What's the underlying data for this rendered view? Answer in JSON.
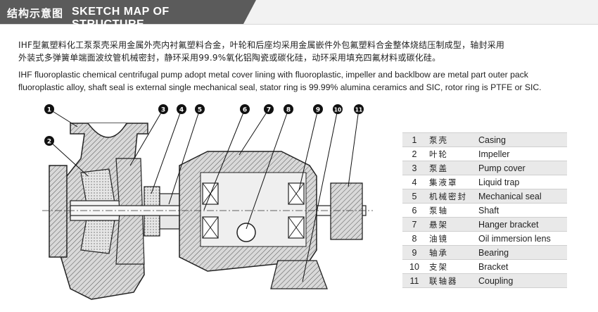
{
  "header": {
    "title_cn": "结构示意图",
    "title_en": "SKETCH MAP OF STRUCTURE"
  },
  "description": {
    "cn_line1": "IHF型氟塑料化工泵泵壳采用金属外壳内衬氟塑料合金，叶轮和后座均采用金属嵌件外包氟塑料合金整体烧结压制成型，轴封采用",
    "cn_line2": "外装式多弹簧单端面波纹管机械密封，静环采用99.9%氧化铝陶瓷或碳化硅，动环采用填充四氟材料或碳化硅。",
    "en_line1": "IHF fluoroplastic chemical centrifugal pump adopt metal cover lining with fluoroplastic, impeller and backlbow are metal part outer pack",
    "en_line2": "fluoroplastic alloy, shaft seal is external single mechanical seal, stator ring is 99.99% alumina ceramics and SIC, rotor ring is PTFE or SIC."
  },
  "callouts": [
    "1",
    "2",
    "3",
    "4",
    "5",
    "6",
    "7",
    "8",
    "9",
    "10",
    "11"
  ],
  "legend": [
    {
      "num": "1",
      "cn": "泵壳",
      "en": "Casing"
    },
    {
      "num": "2",
      "cn": "叶轮",
      "en": "Impeller"
    },
    {
      "num": "3",
      "cn": "泵盖",
      "en": "Pump cover"
    },
    {
      "num": "4",
      "cn": "集液罩",
      "en": "Liquid trap"
    },
    {
      "num": "5",
      "cn": "机械密封",
      "en": "Mechanical seal"
    },
    {
      "num": "6",
      "cn": "泵轴",
      "en": "Shaft"
    },
    {
      "num": "7",
      "cn": "悬架",
      "en": "Hanger bracket"
    },
    {
      "num": "8",
      "cn": "油镜",
      "en": "Oil immersion lens"
    },
    {
      "num": "9",
      "cn": "轴承",
      "en": "Bearing"
    },
    {
      "num": "10",
      "cn": "支架",
      "en": "Bracket"
    },
    {
      "num": "11",
      "cn": "联轴器",
      "en": "Coupling"
    }
  ]
}
